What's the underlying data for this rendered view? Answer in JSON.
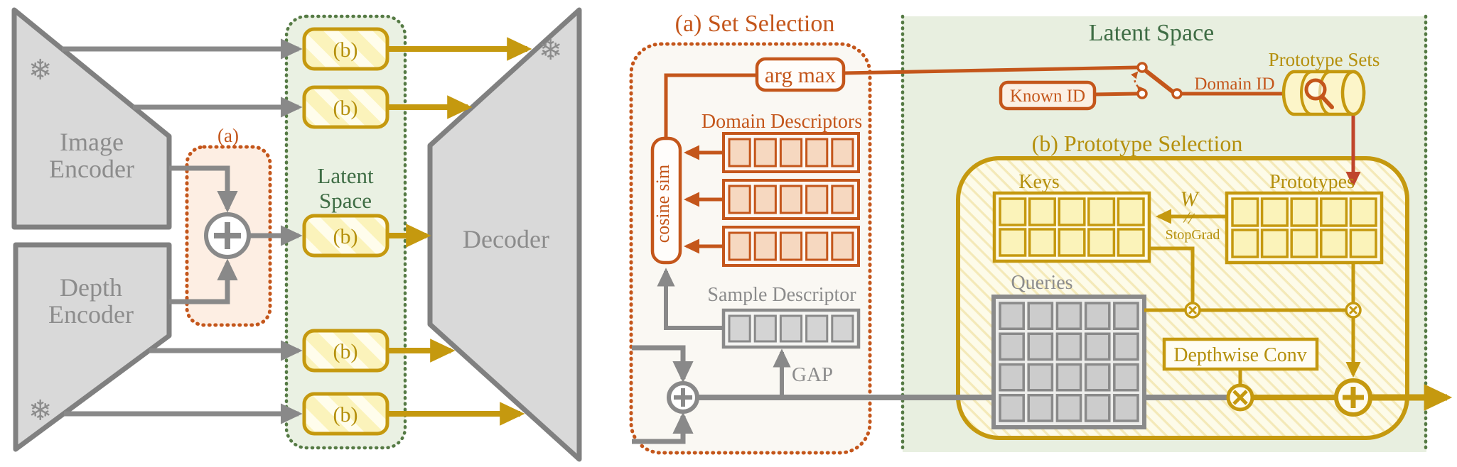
{
  "colors": {
    "gray_line": "#898989",
    "gray_fill": "#d9d9d9",
    "gold": "#c5990f",
    "orange": "#c4561b",
    "red_arrow": "#c0462c",
    "green_border": "#557a44",
    "green_fill_left": "#eaf1e3",
    "green_fill_right": "#e8efe0",
    "peach_fill": "#fdeee3",
    "yellow_cell": "#fbf3ba",
    "orange_cell": "#f6d8c0"
  },
  "icons": {
    "snowflake": "❄",
    "slashes": "//"
  },
  "left": {
    "image_encoder": {
      "line1": "Image",
      "line2": "Encoder"
    },
    "depth_encoder": {
      "line1": "Depth",
      "line2": "Encoder"
    },
    "decoder": "Decoder",
    "latent": {
      "line1": "Latent",
      "line2": "Space"
    },
    "a_ref": "(a)",
    "b_ref": "(b)"
  },
  "right": {
    "a_title": "(a) Set Selection",
    "latent_title": "Latent Space",
    "b_title": "(b) Prototype Selection",
    "arg_max": "arg max",
    "cosine_sim": "cosine sim",
    "domain_descriptors": "Domain Descriptors",
    "sample_descriptor": "Sample Descriptor",
    "gap": "GAP",
    "known_id": "Known ID",
    "domain_id": "Domain ID",
    "prototype_sets": "Prototype Sets",
    "keys": "Keys",
    "prototypes": "Prototypes",
    "queries": "Queries",
    "weight_symbol": "W",
    "stop_grad": "StopGrad",
    "depthwise_conv": "Depthwise Conv"
  },
  "grids": {
    "domain_row": {
      "rows": 1,
      "cols": 5
    },
    "domain_row_count": 3,
    "sample": {
      "rows": 1,
      "cols": 5
    },
    "keys": {
      "rows": 2,
      "cols": 5
    },
    "prototypes": {
      "rows": 2,
      "cols": 5
    },
    "queries": {
      "rows": 4,
      "cols": 5
    }
  }
}
